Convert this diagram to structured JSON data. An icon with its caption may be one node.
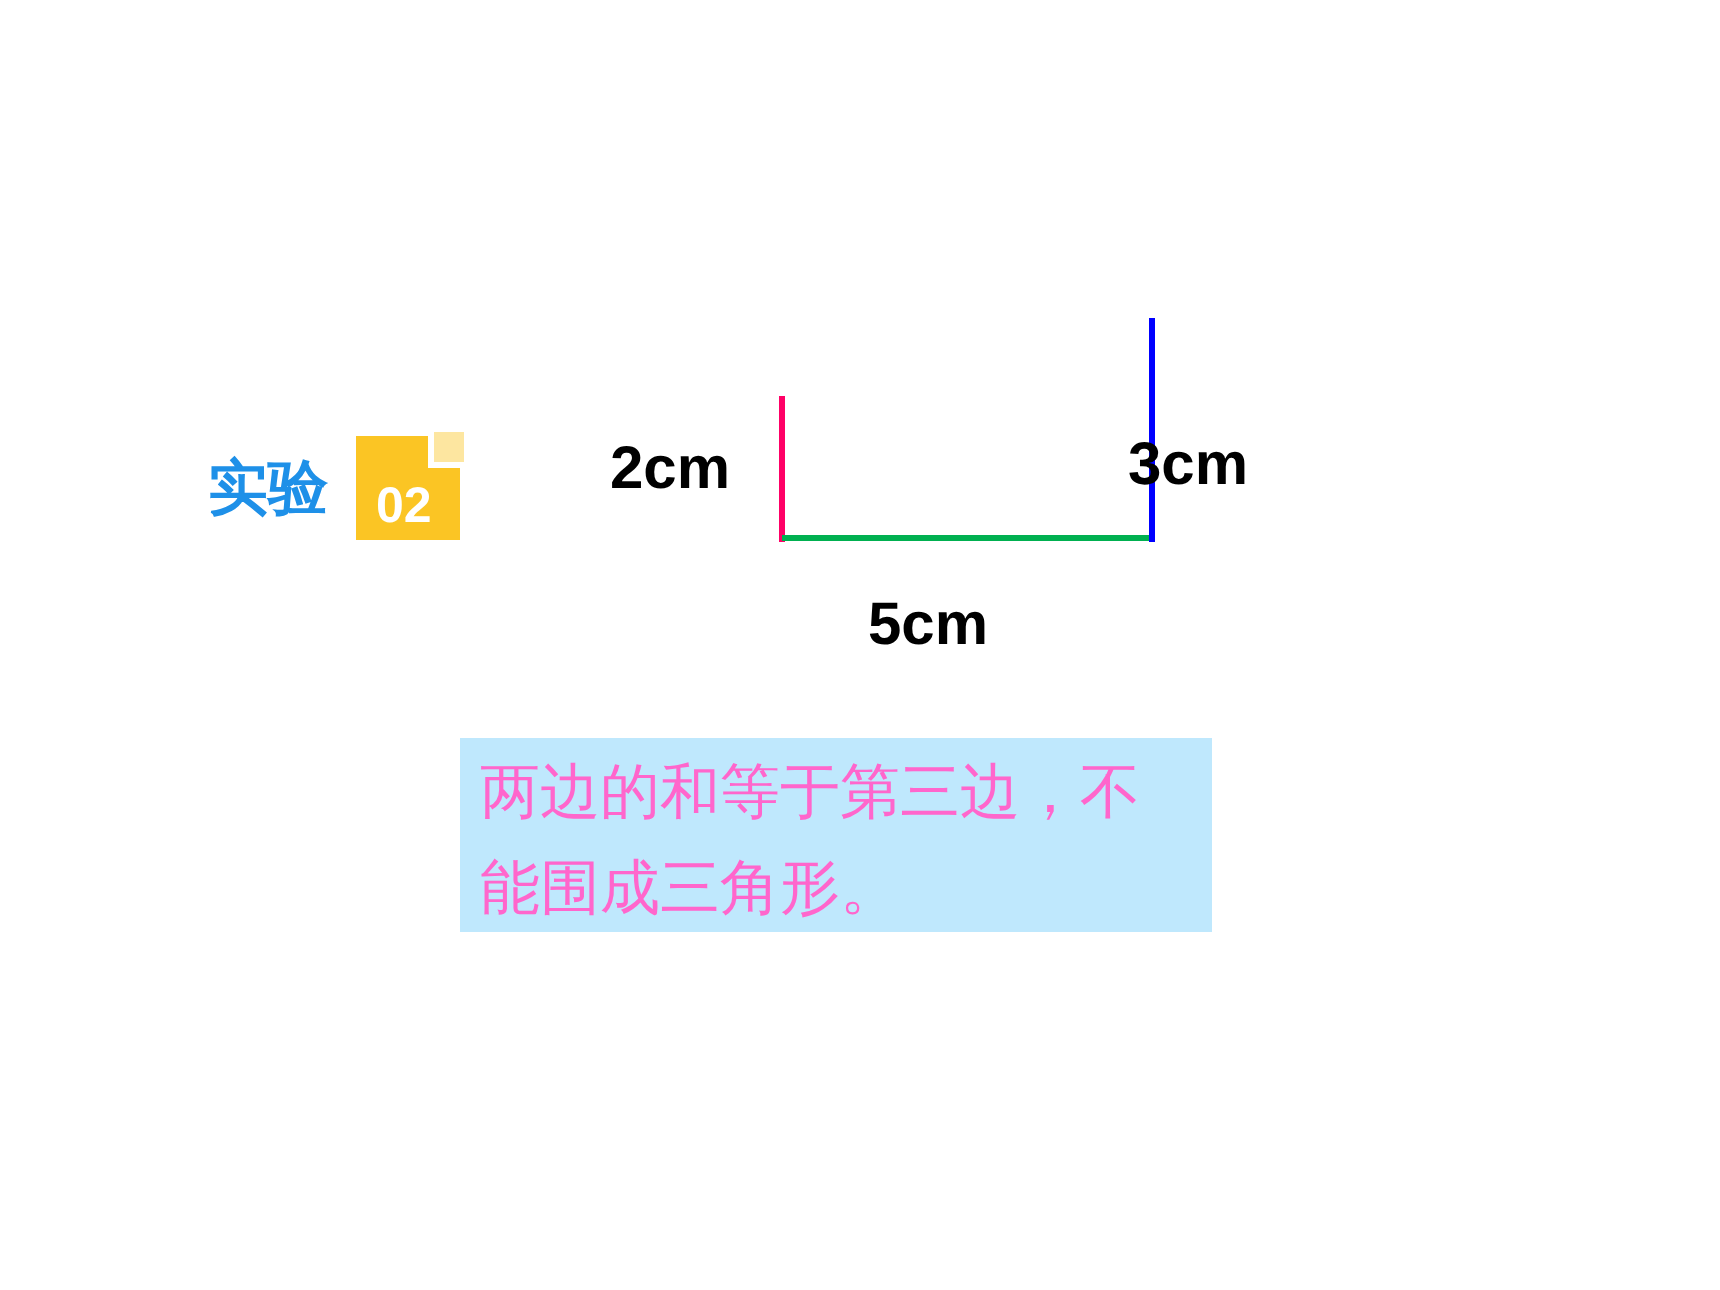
{
  "diagram": {
    "nodes": [
      {
        "text": [
          "02"
        ],
        "beside": [
          "实验"
        ]
      },
      {
        "text": [
          "两边的和等于第三边，不能围成三角形。"
        ]
      }
    ],
    "labels": [
      "2cm",
      "3cm",
      "5cm"
    ]
  }
}
